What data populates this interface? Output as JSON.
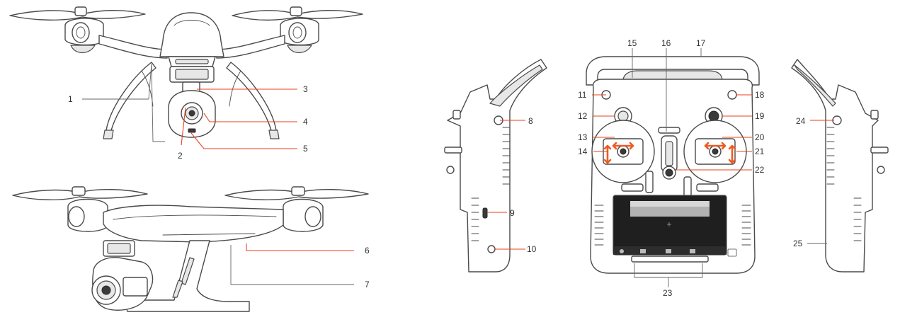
{
  "callouts": {
    "c1": "1",
    "c2": "2",
    "c3": "3",
    "c4": "4",
    "c5": "5",
    "c6": "6",
    "c7": "7",
    "c8": "8",
    "c9": "9",
    "c10": "10",
    "c11": "11",
    "c12": "12",
    "c13": "13",
    "c14": "14",
    "c15": "15",
    "c16": "16",
    "c17": "17",
    "c18": "18",
    "c19": "19",
    "c20": "20",
    "c21": "21",
    "c22": "22",
    "c23": "23",
    "c24": "24",
    "c25": "25"
  },
  "colors": {
    "leader": "#e8411b",
    "arrow": "#f05a22",
    "outline": "#4a4a4a",
    "screen": "#1f1f1f"
  }
}
